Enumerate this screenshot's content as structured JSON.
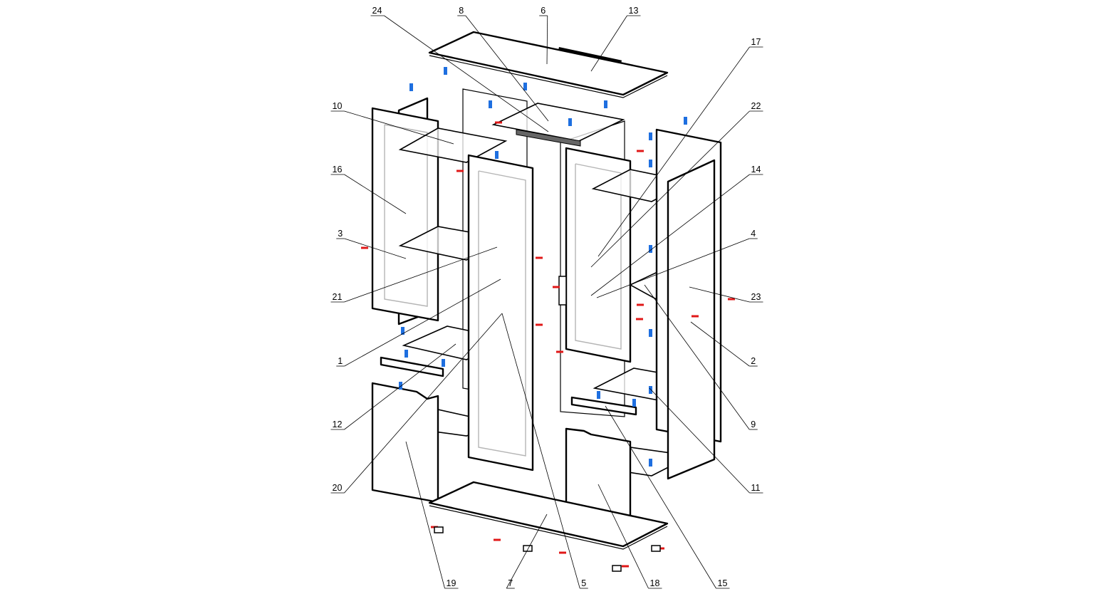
{
  "diagram": {
    "title": "Wardrobe exploded assembly view",
    "colors": {
      "lines": "#000000",
      "ghost_lines": "#b5b5b5",
      "dowel": "#1e6fe0",
      "cam": "#e01818"
    },
    "labels": [
      "24",
      "8",
      "6",
      "13",
      "17",
      "10",
      "22",
      "16",
      "14",
      "3",
      "4",
      "21",
      "23",
      "1",
      "2",
      "12",
      "9",
      "20",
      "11",
      "19",
      "7",
      "5",
      "18",
      "15"
    ]
  }
}
